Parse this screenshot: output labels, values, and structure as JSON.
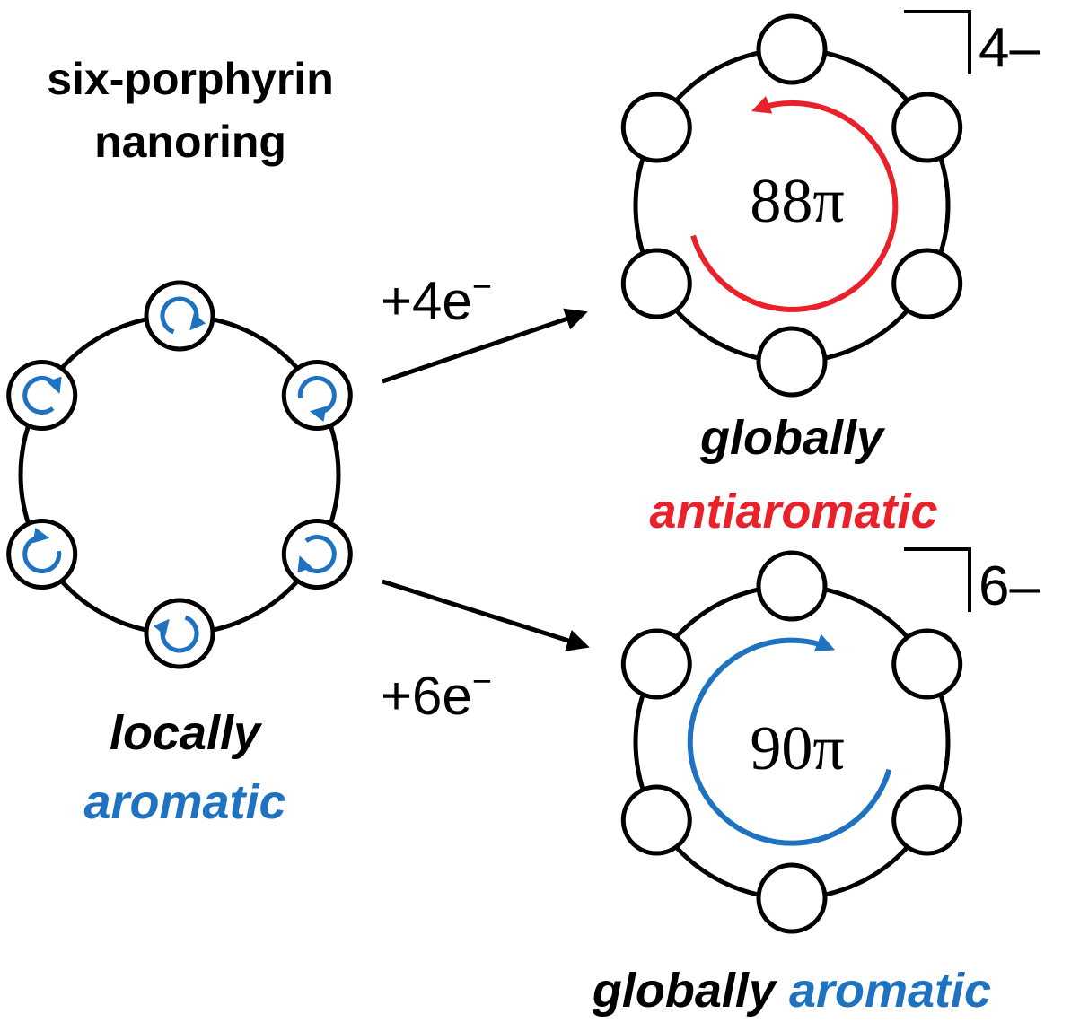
{
  "title": {
    "line1": "six-porphyrin",
    "line2": "nanoring"
  },
  "left": {
    "label_line1": "locally",
    "label_line2": "aromatic"
  },
  "arrows": {
    "upper_label": "+4e",
    "lower_label": "+6e",
    "superscript": "−"
  },
  "upper_ring": {
    "charge": "4–",
    "electron_count": "88π",
    "label_line1": "globally",
    "label_line2": "antiaromatic"
  },
  "lower_ring": {
    "charge": "6–",
    "electron_count": "90π",
    "label_word1": "globally",
    "label_word2": "aromatic"
  },
  "colors": {
    "black": "#000000",
    "aromatic_blue": "#1f72c0",
    "antiaromatic_red": "#e8212a"
  }
}
